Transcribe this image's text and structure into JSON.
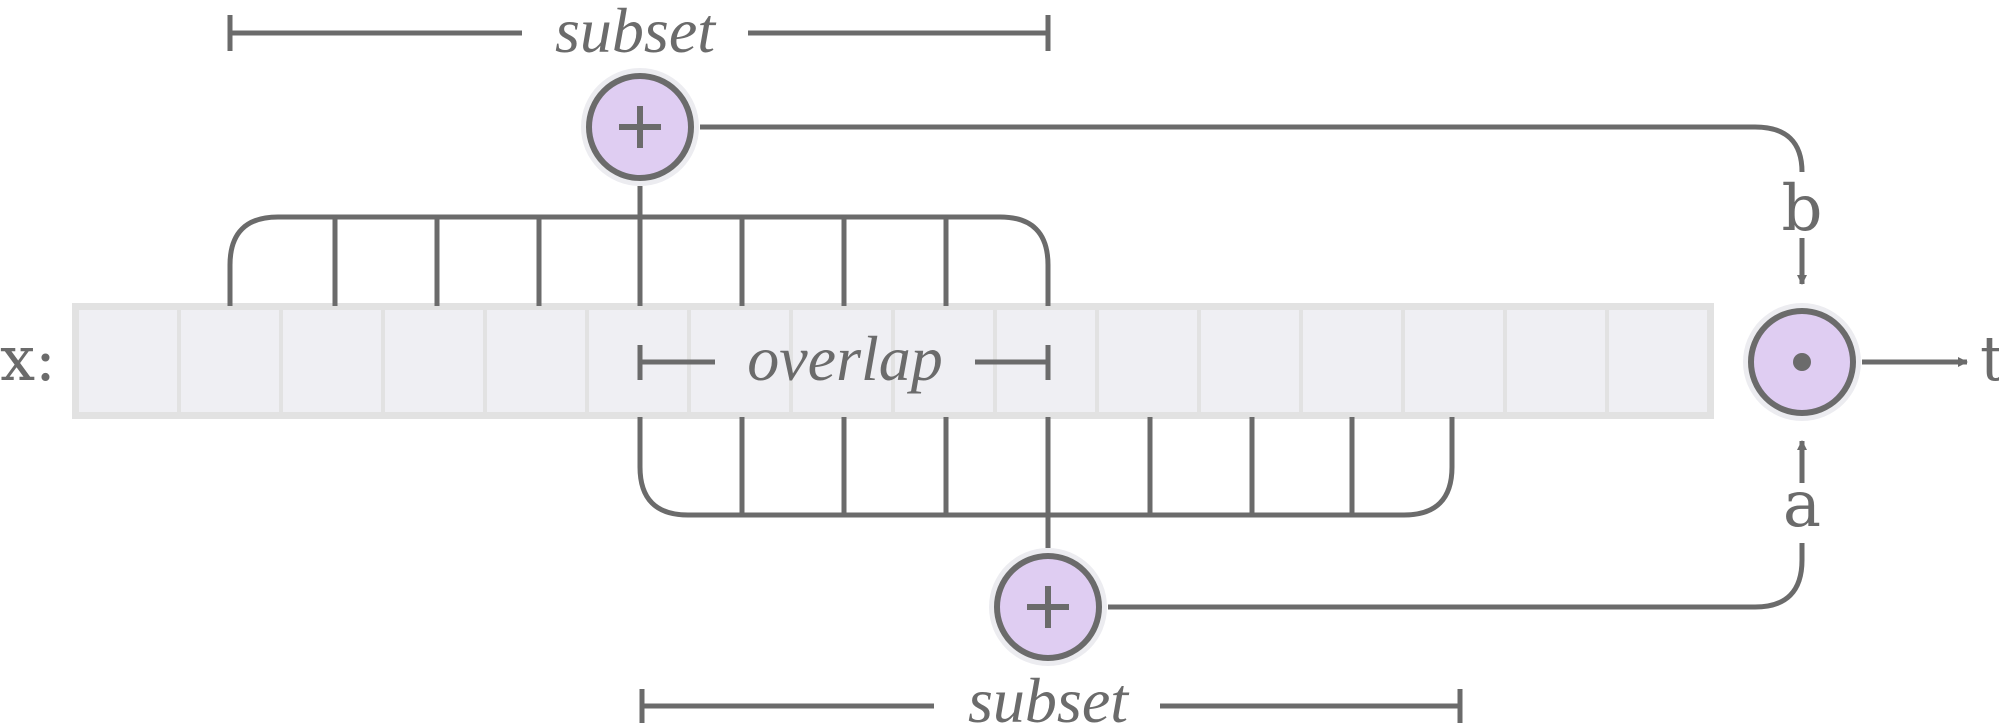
{
  "diagram": {
    "input_label": "x:",
    "output_label": "t",
    "overlap_label": "overlap",
    "top_subset_label": "subset",
    "bottom_subset_label": "subset",
    "top_sum_symbol": "+",
    "bottom_sum_symbol": "+",
    "product_symbol": "·",
    "b_label": "b",
    "a_label": "a",
    "cell_count": 16
  },
  "colors": {
    "line": "#6b6b6b",
    "cell_fill": "#efeff3",
    "cell_stroke": "#e2e2e2",
    "node_fill": "#dfcdf2",
    "node_halo": "#ececf0"
  }
}
